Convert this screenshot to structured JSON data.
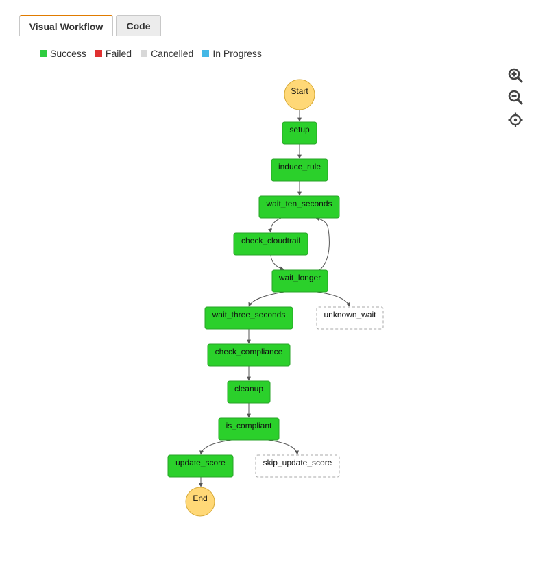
{
  "tabs": {
    "visual": "Visual Workflow",
    "code": "Code"
  },
  "legend": [
    {
      "label": "Success",
      "color": "#2ecc40"
    },
    {
      "label": "Failed",
      "color": "#e03030"
    },
    {
      "label": "Cancelled",
      "color": "#d8d8d8"
    },
    {
      "label": "In Progress",
      "color": "#44b8e6"
    }
  ],
  "colors": {
    "success_fill": "#2bd02b",
    "success_stroke": "#27a327",
    "terminal_fill": "#ffd877",
    "terminal_stroke": "#d7aa38",
    "edge": "#555555",
    "pending_stroke": "#aaaaaa"
  },
  "zoom_controls": [
    "zoom-in-icon",
    "zoom-out-icon",
    "recenter-icon"
  ],
  "workflow": {
    "nodes": [
      {
        "id": "start",
        "label": "Start",
        "kind": "terminal"
      },
      {
        "id": "setup",
        "label": "setup",
        "kind": "success"
      },
      {
        "id": "induce_rule",
        "label": "induce_rule",
        "kind": "success"
      },
      {
        "id": "wait_ten_seconds",
        "label": "wait_ten_seconds",
        "kind": "success"
      },
      {
        "id": "check_cloudtrail",
        "label": "check_cloudtrail",
        "kind": "success"
      },
      {
        "id": "wait_longer",
        "label": "wait_longer",
        "kind": "success"
      },
      {
        "id": "wait_three_seconds",
        "label": "wait_three_seconds",
        "kind": "success"
      },
      {
        "id": "unknown_wait",
        "label": "unknown_wait",
        "kind": "not-run"
      },
      {
        "id": "check_compliance",
        "label": "check_compliance",
        "kind": "success"
      },
      {
        "id": "cleanup",
        "label": "cleanup",
        "kind": "success"
      },
      {
        "id": "is_compliant",
        "label": "is_compliant",
        "kind": "success"
      },
      {
        "id": "update_score",
        "label": "update_score",
        "kind": "success"
      },
      {
        "id": "skip_update_score",
        "label": "skip_update_score",
        "kind": "not-run"
      },
      {
        "id": "end",
        "label": "End",
        "kind": "terminal"
      }
    ],
    "edges": [
      [
        "start",
        "setup"
      ],
      [
        "setup",
        "induce_rule"
      ],
      [
        "induce_rule",
        "wait_ten_seconds"
      ],
      [
        "wait_ten_seconds",
        "check_cloudtrail"
      ],
      [
        "check_cloudtrail",
        "wait_longer"
      ],
      [
        "wait_longer",
        "wait_ten_seconds"
      ],
      [
        "wait_longer",
        "wait_three_seconds"
      ],
      [
        "wait_longer",
        "unknown_wait"
      ],
      [
        "wait_three_seconds",
        "check_compliance"
      ],
      [
        "check_compliance",
        "cleanup"
      ],
      [
        "cleanup",
        "is_compliant"
      ],
      [
        "is_compliant",
        "update_score"
      ],
      [
        "is_compliant",
        "skip_update_score"
      ],
      [
        "update_score",
        "end"
      ]
    ]
  }
}
